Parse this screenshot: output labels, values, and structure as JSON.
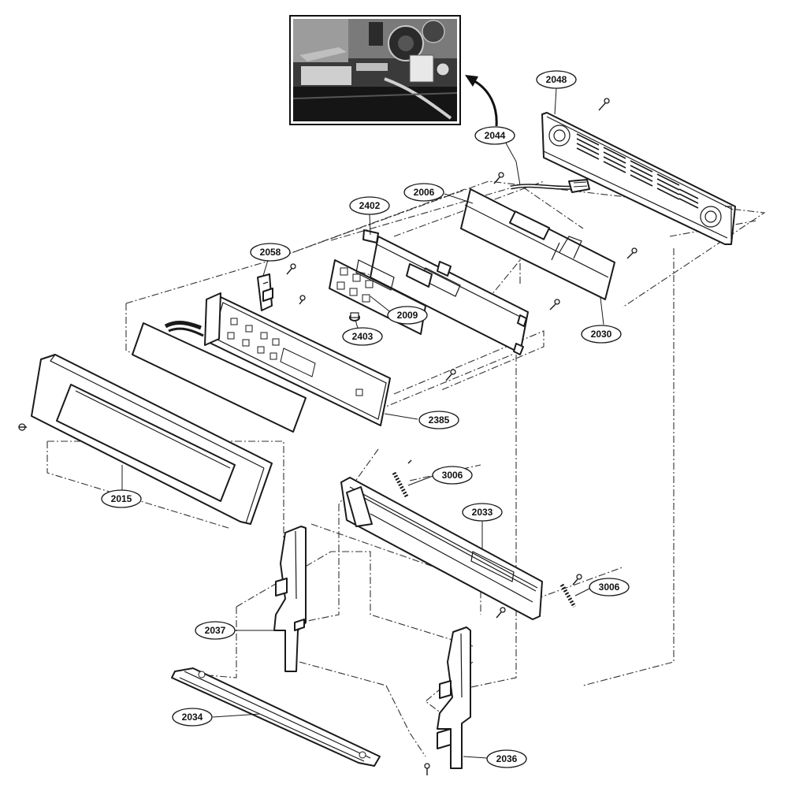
{
  "diagram": {
    "callouts": [
      {
        "id": "c2048",
        "label": "2048"
      },
      {
        "id": "c2044",
        "label": "2044"
      },
      {
        "id": "c2006",
        "label": "2006"
      },
      {
        "id": "c2402",
        "label": "2402"
      },
      {
        "id": "c2058",
        "label": "2058"
      },
      {
        "id": "c2009",
        "label": "2009"
      },
      {
        "id": "c2403",
        "label": "2403"
      },
      {
        "id": "c2030",
        "label": "2030"
      },
      {
        "id": "c2385",
        "label": "2385"
      },
      {
        "id": "c2015",
        "label": "2015"
      },
      {
        "id": "c3006a",
        "label": "3006"
      },
      {
        "id": "c2033",
        "label": "2033"
      },
      {
        "id": "c3006b",
        "label": "3006"
      },
      {
        "id": "c2037",
        "label": "2037"
      },
      {
        "id": "c2034",
        "label": "2034"
      },
      {
        "id": "c2036",
        "label": "2036"
      }
    ]
  }
}
